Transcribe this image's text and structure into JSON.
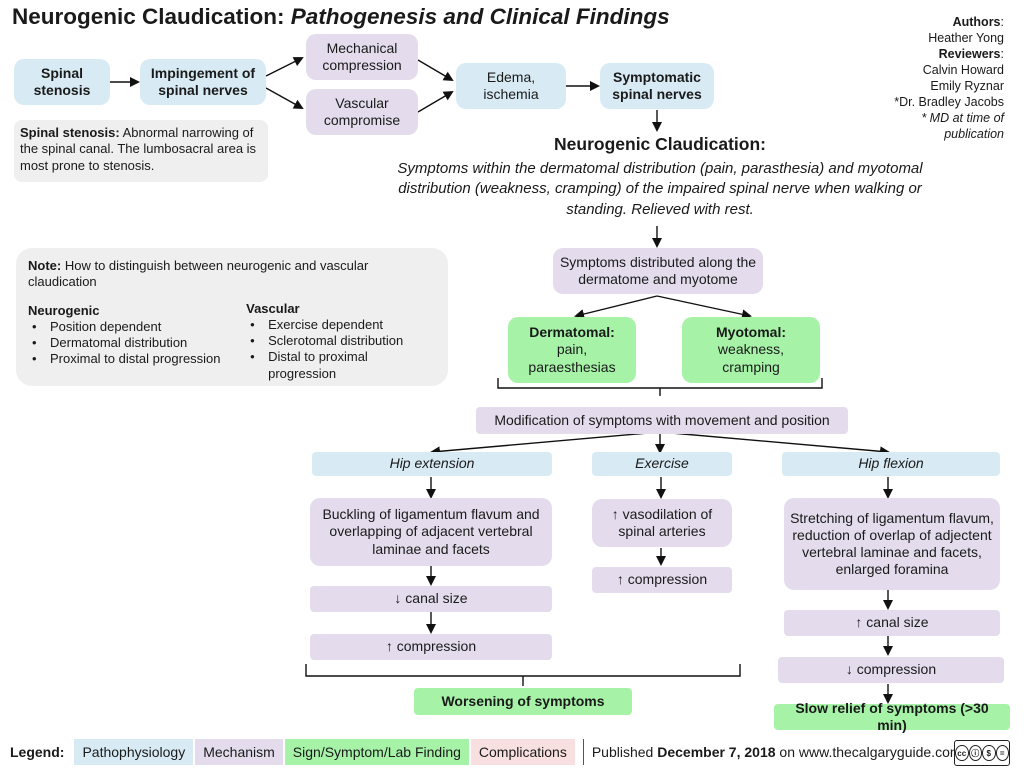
{
  "title": {
    "main": "Neurogenic Claudication:",
    "sub": "Pathogenesis and Clinical Findings"
  },
  "authors": {
    "authors_label": "Authors",
    "author1": "Heather Yong",
    "reviewers_label": "Reviewers",
    "reviewer1": "Calvin Howard",
    "reviewer2": "Emily Ryznar",
    "reviewer3": "*Dr. Bradley Jacobs",
    "footnote": "* MD at time of publication"
  },
  "flow": {
    "spinal_stenosis": "Spinal stenosis",
    "impingement": "Impingement of spinal nerves",
    "mechanical": "Mechanical compression",
    "vascular": "Vascular compromise",
    "edema": "Edema, ischemia",
    "symptomatic": "Symptomatic spinal nerves"
  },
  "definition": {
    "label": "Spinal stenosis:",
    "text": "Abnormal narrowing of the spinal canal. The lumbosacral area is most prone to stenosis."
  },
  "neurogenic": {
    "heading": "Neurogenic Claudication:",
    "description": "Symptoms within the dermatomal distribution (pain, parasthesia) and myotomal distribution (weakness, cramping) of the impaired spinal nerve when walking or standing. Relieved with rest."
  },
  "note": {
    "label": "Note:",
    "text": "How to distinguish between neurogenic and vascular claudication",
    "neurogenic_title": "Neurogenic",
    "neurogenic_items": [
      "Position dependent",
      "Dermatomal distribution",
      "Proximal to distal progression"
    ],
    "vascular_title": "Vascular",
    "vascular_items": [
      "Exercise dependent",
      "Sclerotomal distribution",
      "Distal to proximal progression"
    ]
  },
  "symptoms": {
    "distributed": "Symptoms distributed along the dermatome and myotome",
    "dermatomal_title": "Dermatomal:",
    "dermatomal_text": "pain, paraesthesias",
    "myotomal_title": "Myotomal:",
    "myotomal_text": "weakness, cramping",
    "modification": "Modification of symptoms with movement and position"
  },
  "hip_extension": {
    "title": "Hip extension",
    "buckling": "Buckling of ligamentum flavum and overlapping of adjacent vertebral laminae and facets",
    "canal": "↓ canal size",
    "compression": "↑ compression"
  },
  "exercise": {
    "title": "Exercise",
    "vasodilation": "↑ vasodilation of spinal arteries",
    "compression": "↑ compression"
  },
  "hip_flexion": {
    "title": "Hip flexion",
    "stretching": "Stretching of ligamentum flavum, reduction of overlap of adjectent vertebral laminae and facets, enlarged foramina",
    "canal": "↑ canal size",
    "compression": "↓ compression",
    "relief": "Slow relief of symptoms (>30 min)"
  },
  "worsening": "Worsening of symptoms",
  "legend": {
    "label": "Legend:",
    "items": [
      "Pathophysiology",
      "Mechanism",
      "Sign/Symptom/Lab Finding",
      "Complications"
    ],
    "published_prefix": "Published",
    "published_date": "December 7, 2018",
    "published_suffix": "on www.thecalgaryguide.com"
  },
  "license_badge": {
    "cc": "cc",
    "icons": [
      "ⓘ",
      "$",
      "="
    ]
  },
  "colors": {
    "pathophysiology": "#d8ebf4",
    "mechanism": "#e4dcec",
    "sign_symptom": "#a6f3a8",
    "complications": "#f8e0e0",
    "note_bg": "#efefef"
  }
}
